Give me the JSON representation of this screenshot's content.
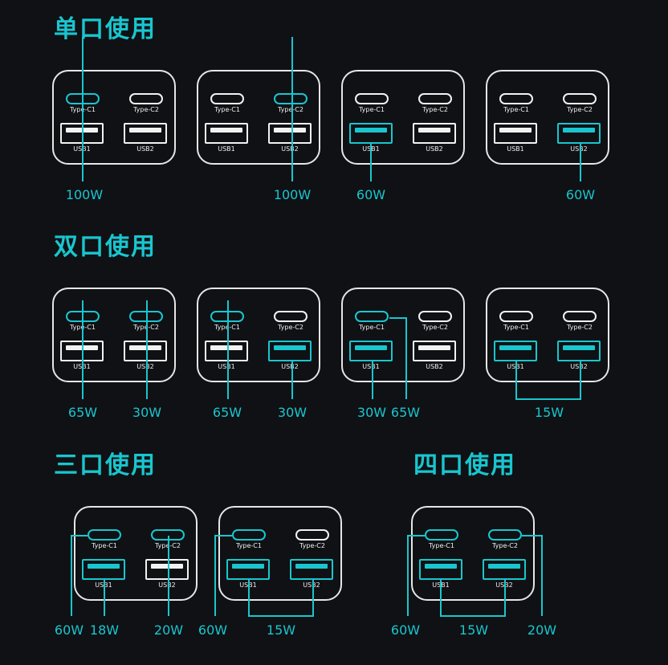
{
  "headings": {
    "single": "单口使用",
    "dual": "双口使用",
    "triple": "三口使用",
    "quad": "四口使用"
  },
  "port_labels": {
    "c1": "Type-C1",
    "c2": "Type-C2",
    "a1": "USB1",
    "a2": "USB2"
  },
  "single": [
    {
      "active": [
        "c1"
      ],
      "watts": [
        "100W"
      ]
    },
    {
      "active": [
        "c2"
      ],
      "watts": [
        "100W"
      ]
    },
    {
      "active": [
        "a1"
      ],
      "watts": [
        "60W"
      ]
    },
    {
      "active": [
        "a2"
      ],
      "watts": [
        "60W"
      ]
    }
  ],
  "dual": [
    {
      "active": [
        "c1",
        "c2"
      ],
      "watts": [
        "65W",
        "30W"
      ]
    },
    {
      "active": [
        "c1",
        "a2"
      ],
      "watts": [
        "65W",
        "30W"
      ]
    },
    {
      "active": [
        "c1",
        "a1"
      ],
      "watts": [
        "30W",
        "65W"
      ]
    },
    {
      "active": [
        "a1",
        "a2"
      ],
      "watts": [
        "15W"
      ]
    }
  ],
  "triple": [
    {
      "active": [
        "c1",
        "c2",
        "a1"
      ],
      "watts": [
        "60W",
        "18W",
        "20W"
      ]
    },
    {
      "active": [
        "c1",
        "a1",
        "a2"
      ],
      "watts": [
        "60W",
        "15W"
      ]
    }
  ],
  "quad": [
    {
      "active": [
        "c1",
        "c2",
        "a1",
        "a2"
      ],
      "watts": [
        "60W",
        "15W",
        "20W"
      ]
    }
  ],
  "colors": {
    "accent": "#19c6cf",
    "port": "#f2f2f2",
    "background": "#0f1114"
  }
}
